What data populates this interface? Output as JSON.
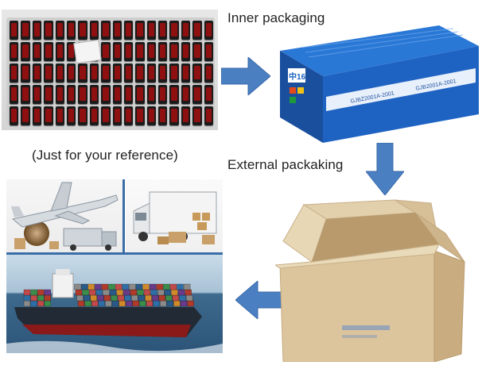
{
  "captions": {
    "inner_packaging": "Inner packaging",
    "reference_note": "(Just for your reference)",
    "external_packaging": "External packaking"
  },
  "inner_box_print": {
    "badge": "中16",
    "model_left": "GJBZ2001A-2001",
    "model_right": "GJB2001A-2001"
  },
  "colors": {
    "arrow_blue": "#4a7fc1",
    "divider_blue": "#3a6ea8",
    "box_blue": "#1f63c2",
    "cardboard": "#d9c29a"
  }
}
